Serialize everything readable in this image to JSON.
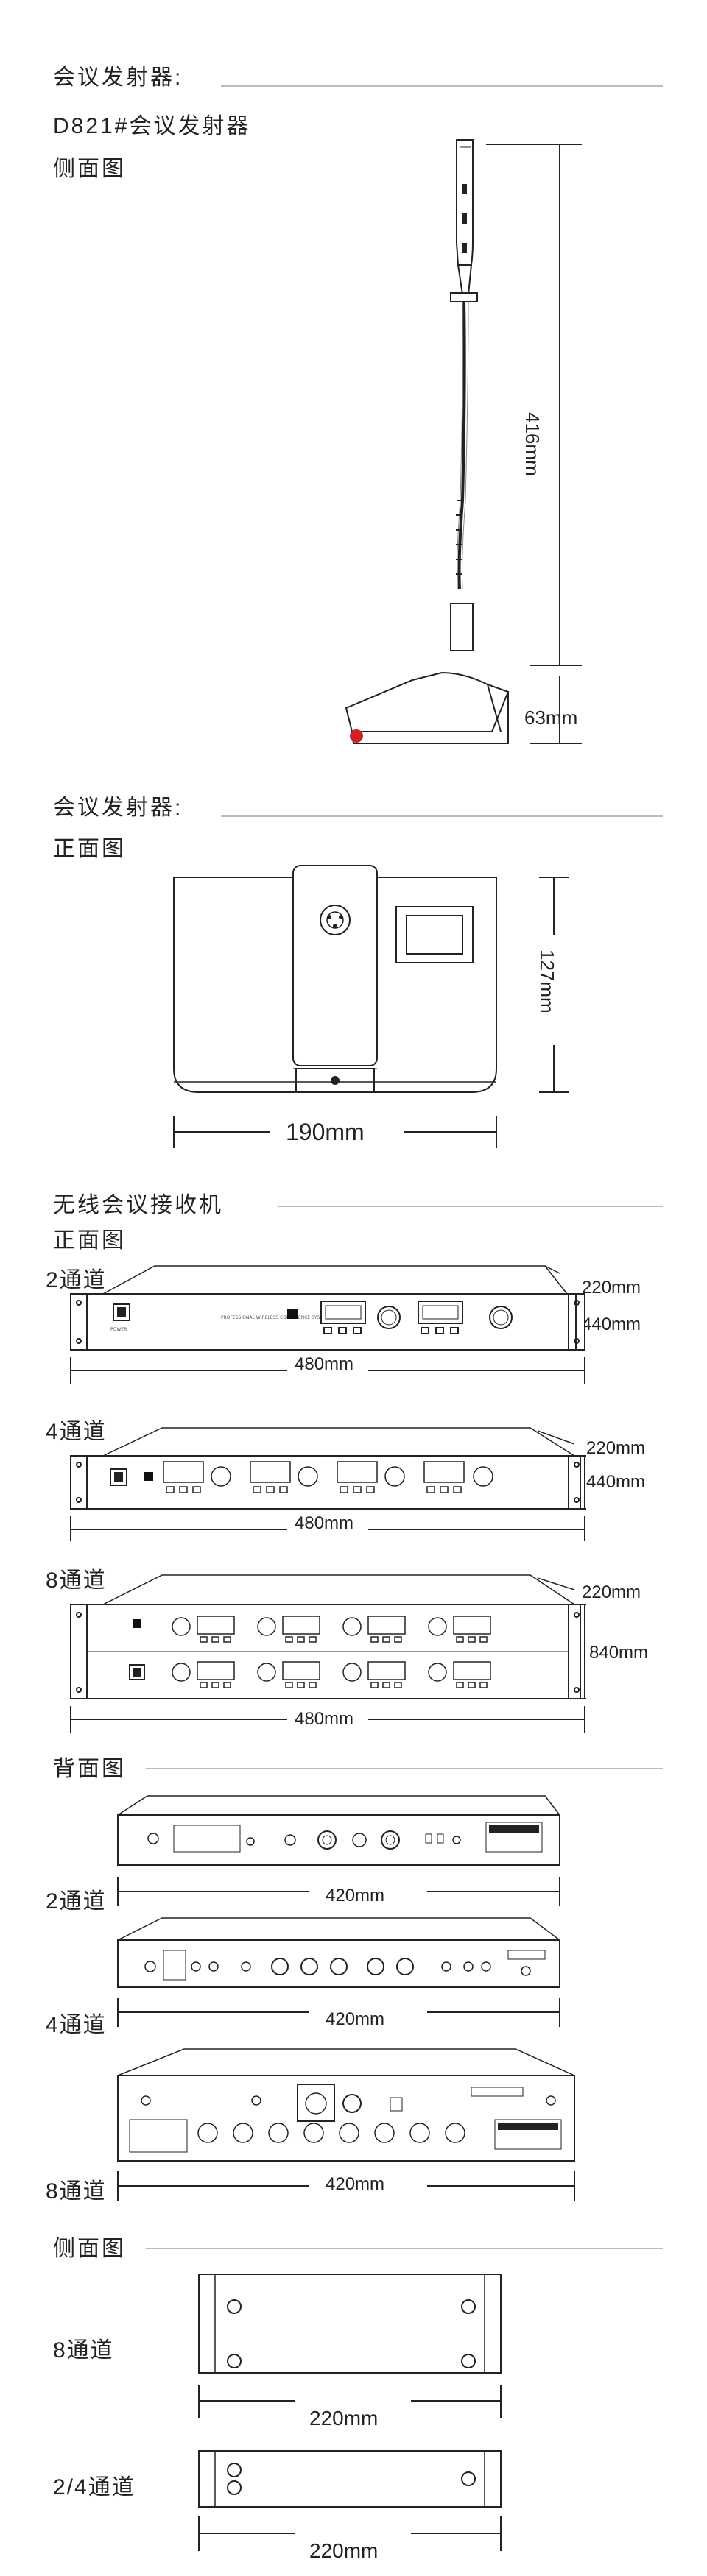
{
  "sections": {
    "transmitter_side": {
      "heading": "会议发射器:",
      "model": "D821#会议发射器",
      "view": "侧面图",
      "dims": {
        "height": "416mm",
        "base": "63mm"
      }
    },
    "transmitter_front": {
      "heading": "会议发射器:",
      "view": "正面图",
      "dims": {
        "height": "127mm",
        "width": "190mm"
      }
    },
    "receiver_front": {
      "heading": "无线会议接收机",
      "view": "正面图",
      "units": [
        {
          "label": "2通道",
          "depth": "220mm",
          "height": "440mm",
          "width": "480mm"
        },
        {
          "label": "4通道",
          "depth": "220mm",
          "height": "440mm",
          "width": "480mm"
        },
        {
          "label": "8通道",
          "depth": "220mm",
          "height": "840mm",
          "width": "480mm"
        }
      ]
    },
    "receiver_back": {
      "view": "背面图",
      "units": [
        {
          "label": "2通道",
          "width": "420mm"
        },
        {
          "label": "4通道",
          "width": "420mm"
        },
        {
          "label": "8通道",
          "width": "420mm"
        }
      ]
    },
    "receiver_side": {
      "view": "侧面图",
      "units": [
        {
          "label": "8通道",
          "width": "220mm"
        },
        {
          "label": "2/4通道",
          "width": "220mm"
        }
      ]
    }
  },
  "colors": {
    "line": "#222222",
    "rule": "#bdbdbd",
    "accent": "#cc2222"
  }
}
